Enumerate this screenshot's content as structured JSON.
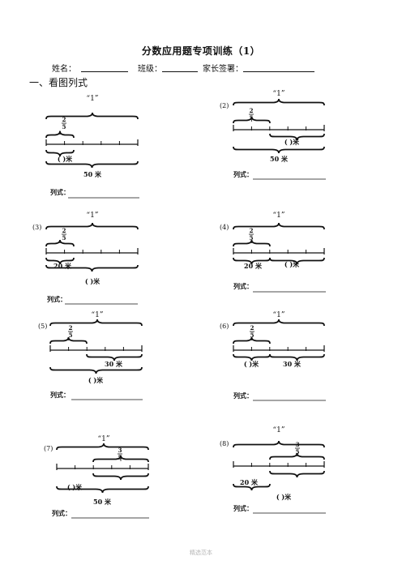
{
  "title": "分数应用题专项训练（1）",
  "header": {
    "name_label": "姓名：",
    "class_label": "班级：",
    "parent_label": "家长签署："
  },
  "section_title": "一、看图列式",
  "whole_label": "“1”",
  "problems": [
    {
      "num": "",
      "frac_num": "2",
      "frac_den": "5",
      "label_a": "(      )米",
      "label_b": "50 米",
      "answer_label": "列式："
    },
    {
      "num": "(2)",
      "frac_num": "2",
      "frac_den": "5",
      "label_a": "(      )米",
      "label_b": "50 米",
      "answer_label": "列式："
    },
    {
      "num": "(3)",
      "frac_num": "2",
      "frac_den": "5",
      "label_a": "20 米",
      "label_b": "(      )米",
      "answer_label": "列式："
    },
    {
      "num": "(4)",
      "frac_num": "2",
      "frac_den": "5",
      "label_a": "20 米",
      "label_b": "(      )米",
      "answer_label": "列式："
    },
    {
      "num": "(5)",
      "frac_num": "2",
      "frac_den": "5",
      "label_a": "30 米",
      "label_b": "(      )米",
      "answer_label": "列式："
    },
    {
      "num": "(6)",
      "frac_num": "2",
      "frac_den": "5",
      "label_a": "(      )米",
      "label_b": "30 米",
      "answer_label": "列式："
    },
    {
      "num": "(7)",
      "frac_num": "3",
      "frac_den": "5",
      "label_a": "(      )米",
      "label_b": "50 米",
      "answer_label": "列式："
    },
    {
      "num": "(8)",
      "frac_num": "3",
      "frac_den": "5",
      "label_a": "20 米",
      "label_b": "(      )米",
      "answer_label": "列式："
    }
  ],
  "footer": "精选范本"
}
